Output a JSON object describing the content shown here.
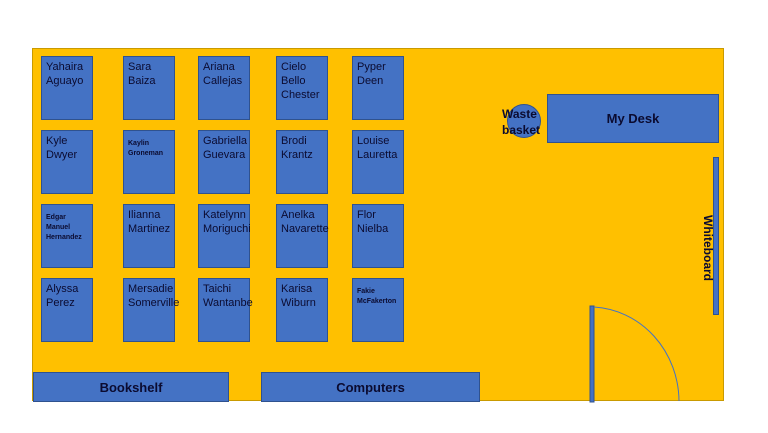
{
  "desks": [
    {
      "id": "r1c1",
      "lines": [
        "Yahaira",
        "Aguayo"
      ]
    },
    {
      "id": "r1c2",
      "lines": [
        "Sara",
        "Baiza"
      ]
    },
    {
      "id": "r1c3",
      "lines": [
        "Ariana",
        "Callejas"
      ]
    },
    {
      "id": "r1c4",
      "lines": [
        "Cielo",
        "Bello",
        "Chester"
      ]
    },
    {
      "id": "r1c5",
      "lines": [
        "Pyper",
        "Deen"
      ]
    },
    {
      "id": "r2c1",
      "lines": [
        "Kyle",
        "Dwyer"
      ]
    },
    {
      "id": "r2c2",
      "lines": [
        "Kaylin",
        "Groneman"
      ],
      "small": true
    },
    {
      "id": "r2c3",
      "lines": [
        "Gabriella",
        "Guevara"
      ]
    },
    {
      "id": "r2c4",
      "lines": [
        "Brodi",
        "Krantz"
      ]
    },
    {
      "id": "r2c5",
      "lines": [
        "Louise",
        "Lauretta"
      ]
    },
    {
      "id": "r3c1",
      "lines": [
        "Edgar",
        "Manuel",
        "Hernandez"
      ],
      "small": true
    },
    {
      "id": "r3c2",
      "lines": [
        "Ilianna",
        "Martinez"
      ]
    },
    {
      "id": "r3c3",
      "lines": [
        "Katelynn",
        "Moriguchi"
      ]
    },
    {
      "id": "r3c4",
      "lines": [
        "Anelka",
        "Navarette"
      ]
    },
    {
      "id": "r3c5",
      "lines": [
        "Flor",
        "Nielba"
      ]
    },
    {
      "id": "r4c1",
      "lines": [
        "Alyssa",
        "Perez"
      ]
    },
    {
      "id": "r4c2",
      "lines": [
        "Mersadie",
        "Somerville"
      ]
    },
    {
      "id": "r4c3",
      "lines": [
        "Taichi",
        "Wantanbe"
      ]
    },
    {
      "id": "r4c4",
      "lines": [
        "Karisa",
        "Wiburn"
      ]
    },
    {
      "id": "r4c5",
      "lines": [
        "Fakie",
        "McFakerton"
      ],
      "small": true
    }
  ],
  "labels": {
    "my_desk": "My Desk",
    "bookshelf": "Bookshelf",
    "computers": "Computers",
    "whiteboard": "Whiteboard",
    "waste_basket_1": "Waste",
    "waste_basket_2": "basket"
  },
  "colors": {
    "room": "#ffc000",
    "furniture": "#4472c4",
    "text": "#0b0b30"
  }
}
